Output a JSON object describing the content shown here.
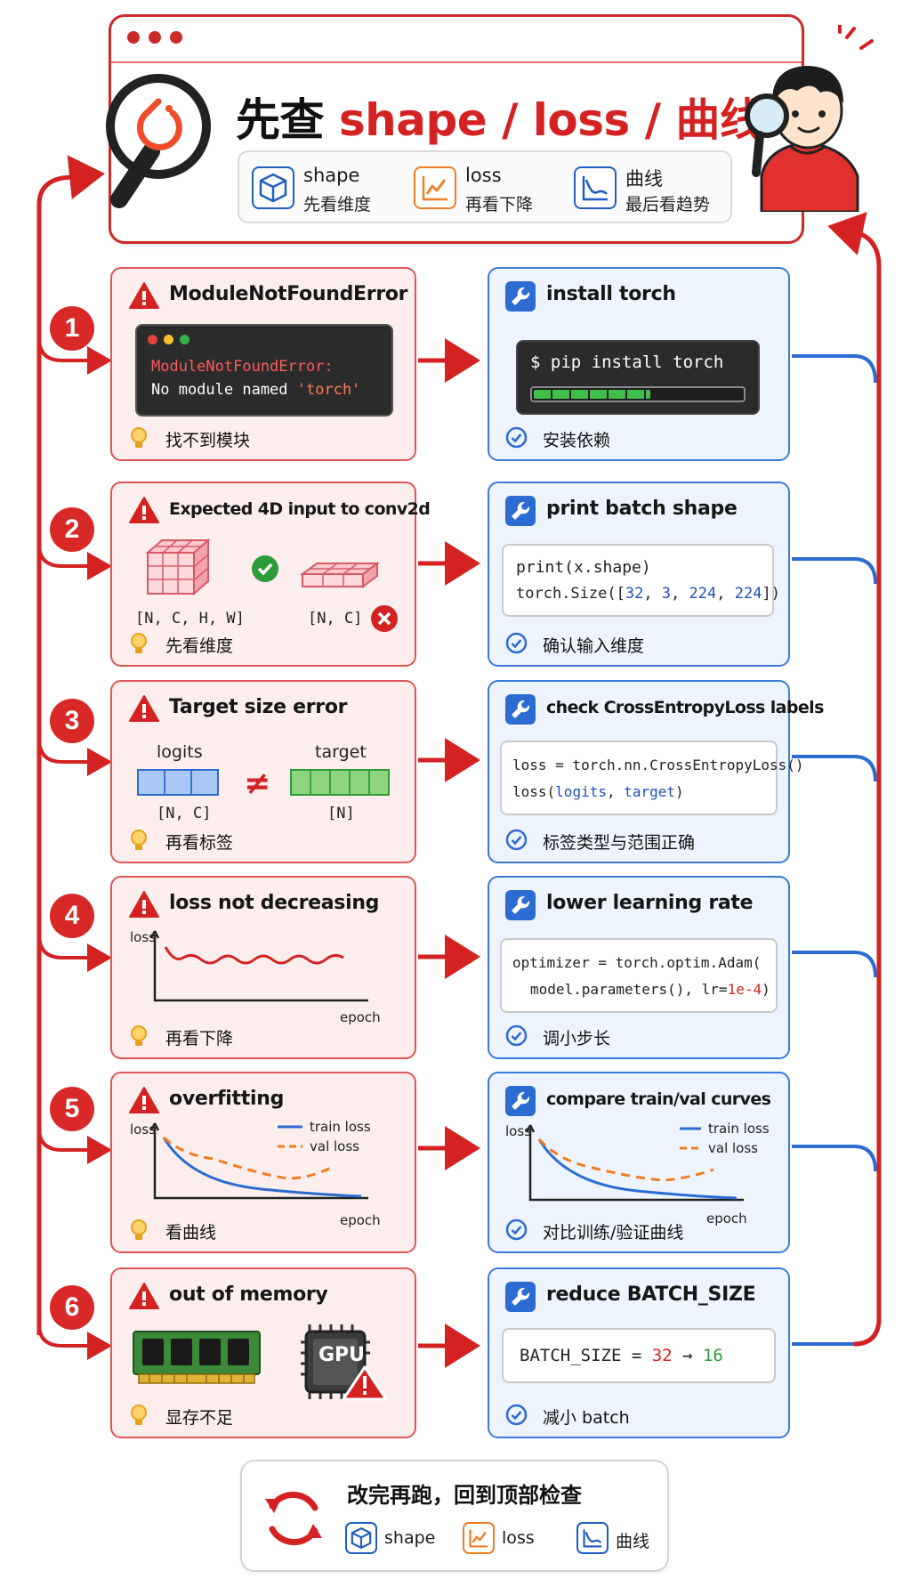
{
  "header": {
    "title_prefix": "先查",
    "title_highlight": "shape / loss / 曲线",
    "legend": [
      {
        "name": "shape",
        "sub": "先看维度",
        "icon": "cube-icon"
      },
      {
        "name": "loss",
        "sub": "再看下降",
        "icon": "line-chart-icon"
      },
      {
        "name": "曲线",
        "sub": "最后看趋势",
        "icon": "curve-chart-icon"
      }
    ]
  },
  "steps": [
    {
      "number": "1",
      "error": {
        "title": "ModuleNotFoundError",
        "line1": "ModuleNotFoundError:",
        "line2_prefix": "No module named ",
        "line2_str": "'torch'",
        "hint": "找不到模块"
      },
      "fix": {
        "title": "install torch",
        "command": "$ pip install torch",
        "progress": 0.55,
        "note": "安装依赖"
      }
    },
    {
      "number": "2",
      "error": {
        "title": "Expected 4D input to conv2d",
        "shape_ok": "[N, C, H, W]",
        "shape_bad": "[N, C]",
        "hint": "先看维度"
      },
      "fix": {
        "title": "print batch shape",
        "code1": "print(x.shape)",
        "code2_prefix": "torch.Size([",
        "code2_vals": [
          "32",
          "3",
          "224",
          "224"
        ],
        "code2_suffix": "])",
        "note": "确认输入维度"
      }
    },
    {
      "number": "3",
      "error": {
        "title": "Target size error",
        "left_label": "logits",
        "left_shape": "[N, C]",
        "neq": "≠",
        "right_label": "target",
        "right_shape": "[N]",
        "hint": "再看标签"
      },
      "fix": {
        "title": "check CrossEntropyLoss labels",
        "code1": "loss = torch.nn.CrossEntropyLoss()",
        "code2_prefix": "loss(",
        "code2_a": "logits",
        "code2_sep": ", ",
        "code2_b": "target",
        "code2_suffix": ")",
        "note": "标签类型与范围正确"
      }
    },
    {
      "number": "4",
      "error": {
        "title": "loss not decreasing",
        "ylabel": "loss",
        "xlabel": "epoch",
        "hint": "再看下降"
      },
      "fix": {
        "title": "lower learning rate",
        "code1": "optimizer = torch.optim.Adam(",
        "code2_prefix": "model.parameters(), lr=",
        "code2_val": "1e-4",
        "code2_suffix": ")",
        "note": "调小步长"
      }
    },
    {
      "number": "5",
      "error": {
        "title": "overfitting",
        "ylabel": "loss",
        "xlabel": "epoch",
        "legend_train": "train loss",
        "legend_val": "val loss",
        "hint": "看曲线"
      },
      "fix": {
        "title": "compare train/val curves",
        "ylabel": "loss",
        "xlabel": "epoch",
        "legend_train": "train loss",
        "legend_val": "val loss",
        "note": "对比训练/验证曲线"
      }
    },
    {
      "number": "6",
      "error": {
        "title": "out of memory",
        "gpu_label": "GPU",
        "hint": "显存不足"
      },
      "fix": {
        "title": "reduce BATCH_SIZE",
        "code_prefix": "BATCH_SIZE = ",
        "old_val": "32",
        "arrow": "→",
        "new_val": "16",
        "note": "减小 batch"
      }
    }
  ],
  "footer": {
    "title": "改完再跑，回到顶部检查",
    "items": [
      {
        "label": "shape",
        "icon": "cube-icon"
      },
      {
        "label": "loss",
        "icon": "line-chart-icon"
      },
      {
        "label": "曲线",
        "icon": "curve-chart-icon"
      }
    ]
  },
  "colors": {
    "red": "#d42222",
    "blue": "#2c6bd1",
    "orange": "#ef7d23",
    "green": "#2e9b3a"
  }
}
